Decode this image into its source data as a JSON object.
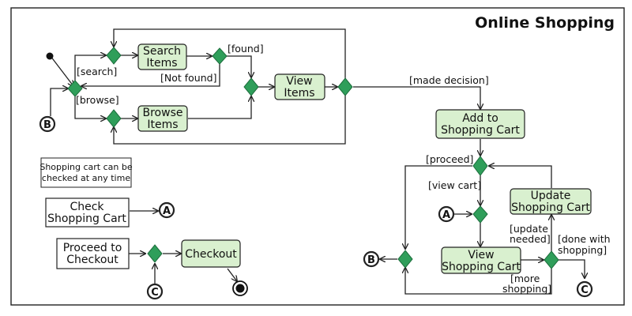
{
  "diagram": {
    "title": "Online Shopping",
    "activities": {
      "search_items": [
        "Search",
        "Items"
      ],
      "browse_items": [
        "Browse",
        "Items"
      ],
      "view_items_top": [
        "View",
        "Items"
      ],
      "add_to_cart": [
        "Add to",
        "Shopping Cart"
      ],
      "update_cart": [
        "Update",
        "Shopping Cart"
      ],
      "view_cart": [
        "View",
        "Shopping Cart"
      ],
      "checkout": [
        "Checkout"
      ],
      "check_cart": [
        "Check",
        "Shopping Cart"
      ],
      "proceed_checkout": [
        "Proceed to",
        "Checkout"
      ]
    },
    "note": [
      "Shopping cart can be",
      "checked at any time"
    ],
    "guards": {
      "search": "[search]",
      "browse": "[browse]",
      "found": "[found]",
      "not_found": "[Not found]",
      "made_decision": "[made decision]",
      "proceed": "[proceed]",
      "view_cart": "[view cart]",
      "update_needed": [
        "[update",
        "needed]"
      ],
      "done_with_shopping": [
        "[done with",
        "shopping]"
      ],
      "more_shopping": [
        "[more",
        "shopping]"
      ]
    },
    "connectors": {
      "a": "A",
      "b": "B",
      "c": "C"
    }
  }
}
